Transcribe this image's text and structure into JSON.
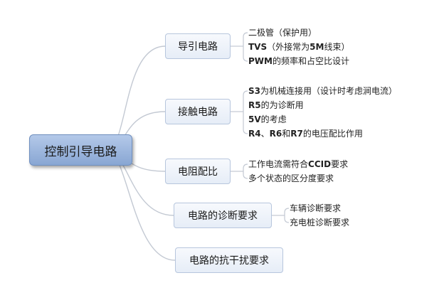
{
  "root": {
    "label": "控制引导电路"
  },
  "branches": [
    {
      "label": "导引电路",
      "leaves": [
        {
          "parts": [
            {
              "t": "二极管（保护用）"
            }
          ]
        },
        {
          "parts": [
            {
              "t": "TVS",
              "b": true
            },
            {
              "t": "（外接常为"
            },
            {
              "t": "5M",
              "b": true
            },
            {
              "t": "线束）"
            }
          ]
        },
        {
          "parts": [
            {
              "t": "PWM",
              "b": true
            },
            {
              "t": "的频率和占空比设计"
            }
          ]
        }
      ]
    },
    {
      "label": "接触电路",
      "leaves": [
        {
          "parts": [
            {
              "t": "S3",
              "b": true
            },
            {
              "t": "为机械连接用（设计时考虑涧电流）"
            }
          ]
        },
        {
          "parts": [
            {
              "t": "R5",
              "b": true
            },
            {
              "t": "的为诊断用"
            }
          ]
        },
        {
          "parts": [
            {
              "t": "5V",
              "b": true
            },
            {
              "t": "的考虑"
            }
          ]
        },
        {
          "parts": [
            {
              "t": "R4",
              "b": true
            },
            {
              "t": "、"
            },
            {
              "t": "R6",
              "b": true
            },
            {
              "t": "和"
            },
            {
              "t": "R7",
              "b": true
            },
            {
              "t": "的电压配比作用"
            }
          ]
        }
      ]
    },
    {
      "label": "电阻配比",
      "leaves": [
        {
          "parts": [
            {
              "t": "工作电流需符合"
            },
            {
              "t": "CCID",
              "b": true
            },
            {
              "t": "要求"
            }
          ]
        },
        {
          "parts": [
            {
              "t": "多个状态的区分度要求"
            }
          ]
        }
      ]
    },
    {
      "label": "电路的诊断要求",
      "leaves": [
        {
          "parts": [
            {
              "t": "车辆诊断要求"
            }
          ]
        },
        {
          "parts": [
            {
              "t": "充电桩诊断要求"
            }
          ]
        }
      ]
    },
    {
      "label": "电路的抗干扰要求",
      "leaves": []
    }
  ]
}
